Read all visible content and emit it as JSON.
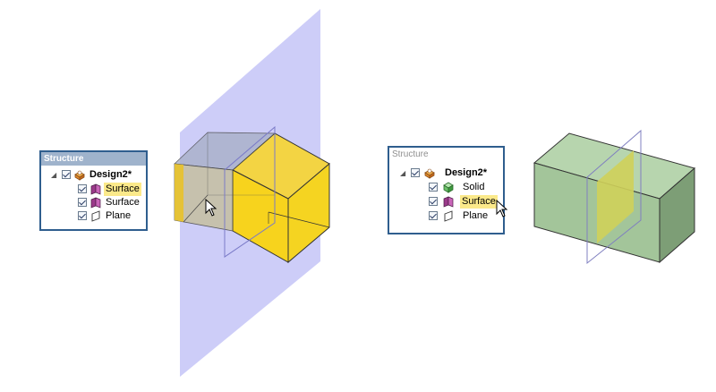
{
  "colors": {
    "yellow_face_front": "#f7d31d",
    "yellow_face_top": "#f3d443",
    "yellow_face_side": "#dcb70a",
    "plane_fill": "#c8c8f7",
    "green_front": "#a3c59a",
    "green_top": "#b7d5ae",
    "green_side": "#7d9e76",
    "panel_border": "#2f5e8e"
  },
  "left_panel": {
    "header": "Structure",
    "root": {
      "label": "Design2*",
      "icon": "design-icon"
    },
    "items": [
      {
        "label": "Surface",
        "icon": "surface-icon",
        "selected": true
      },
      {
        "label": "Surface",
        "icon": "surface-icon",
        "selected": false
      },
      {
        "label": "Plane",
        "icon": "plane-icon",
        "selected": false
      }
    ]
  },
  "right_panel": {
    "header": "Structure",
    "root": {
      "label": "Design2*",
      "icon": "design-icon"
    },
    "items": [
      {
        "label": "Solid",
        "icon": "solid-icon",
        "selected": false
      },
      {
        "label": "Surface",
        "icon": "surface-icon",
        "selected": true
      },
      {
        "label": "Plane",
        "icon": "plane-icon",
        "selected": false
      }
    ]
  }
}
